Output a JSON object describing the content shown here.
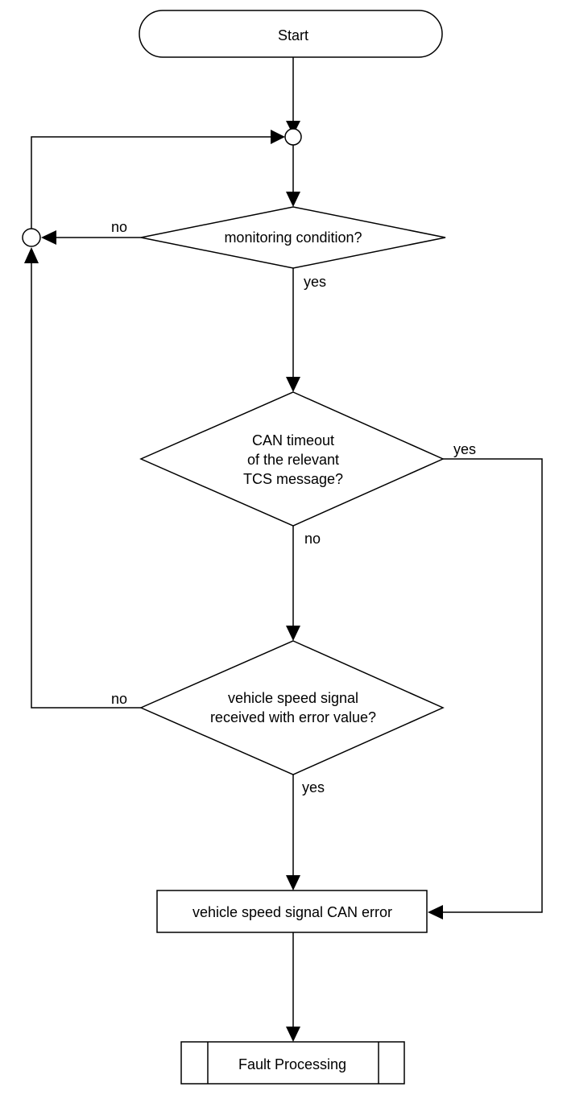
{
  "nodes": {
    "start": "Start",
    "monitoring": "monitoring condition?",
    "can_timeout": [
      "CAN timeout",
      "of the relevant",
      "TCS message?"
    ],
    "speed_signal": [
      "vehicle speed signal",
      "received with error value?"
    ],
    "can_error": "vehicle speed signal CAN error",
    "fault": "Fault Processing"
  },
  "edges": {
    "monitoring_no": "no",
    "monitoring_yes": "yes",
    "timeout_yes": "yes",
    "timeout_no": "no",
    "speed_no": "no",
    "speed_yes": "yes"
  }
}
